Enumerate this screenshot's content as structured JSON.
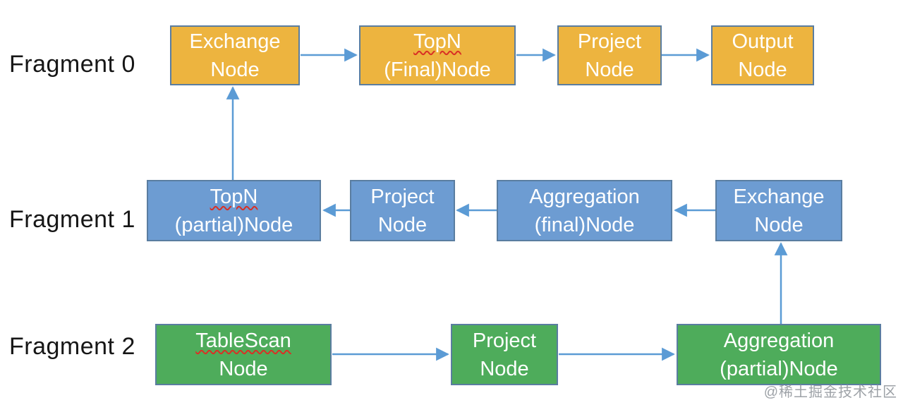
{
  "diagram": {
    "title_hint": "query-plan-fragments",
    "colors": {
      "fragment0_fill": "#edb43f",
      "fragment1_fill": "#6d9cd2",
      "fragment2_fill": "#4eac5b",
      "box_border": "#5a7da0",
      "arrow": "#5b9bd5",
      "label_text": "#161616",
      "node_text": "#ffffff",
      "spellcheck_underline": "#d93025",
      "watermark_text": "#8d9298"
    },
    "fragments": [
      {
        "label": "Fragment 0",
        "nodes": [
          {
            "line1": "Exchange",
            "line2": "Node"
          },
          {
            "line1": "TopN",
            "line2": "(Final)Node"
          },
          {
            "line1": "Project",
            "line2": "Node"
          },
          {
            "line1": "Output",
            "line2": "Node"
          }
        ]
      },
      {
        "label": "Fragment 1",
        "nodes": [
          {
            "line1": "TopN",
            "line2": "(partial)Node"
          },
          {
            "line1": "Project",
            "line2": "Node"
          },
          {
            "line1": "Aggregation",
            "line2": "(final)Node"
          },
          {
            "line1": "Exchange",
            "line2": "Node"
          }
        ]
      },
      {
        "label": "Fragment 2",
        "nodes": [
          {
            "line1": "TableScan",
            "line2": "Node"
          },
          {
            "line1": "Project",
            "line2": "Node"
          },
          {
            "line1": "Aggregation",
            "line2": "(partial)Node"
          }
        ]
      }
    ],
    "watermark": "@稀土掘金技术社区"
  }
}
